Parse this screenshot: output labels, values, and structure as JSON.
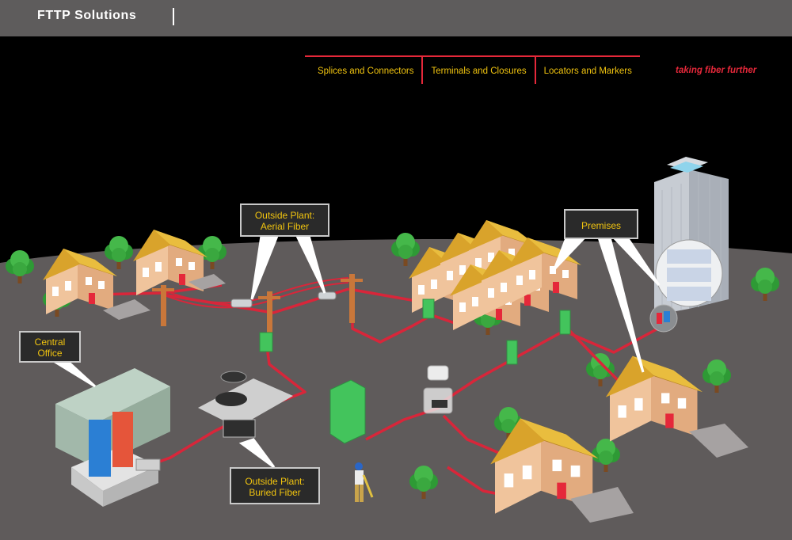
{
  "header": {
    "title": "FTTP Solutions"
  },
  "nav": {
    "items": [
      {
        "label": "Splices and Connectors"
      },
      {
        "label": "Terminals and Closures"
      },
      {
        "label": "Locators and Markers"
      }
    ],
    "tagline": "taking fiber further"
  },
  "diagram": {
    "callouts": {
      "aerial_line1": "Outside Plant:",
      "aerial_line2": "Aerial Fiber",
      "premises": "Premises",
      "central_line1": "Central",
      "central_line2": "Office",
      "buried_line1": "Outside Plant:",
      "buried_line2": "Buried Fiber"
    }
  },
  "colors": {
    "accent_red": "#e5283a",
    "label_yellow": "#f1c40f",
    "ground": "#5f5b5b",
    "header_bar": "#5e5c5c"
  }
}
